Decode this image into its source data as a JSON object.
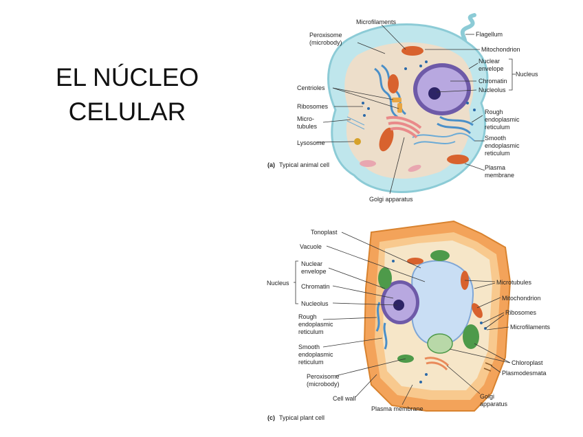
{
  "title": {
    "line1": "EL NÚCLEO",
    "line2": "CELULAR"
  },
  "animal_cell": {
    "caption_letter": "(a)",
    "caption_text": "Typical animal cell",
    "labels": {
      "microfilaments": "Microfilaments",
      "peroxisome_1": "Peroxisome",
      "peroxisome_2": "(microbody)",
      "flagellum": "Flagellum",
      "mitochondrion": "Mitochondrion",
      "nuclear_envelope_1": "Nuclear",
      "nuclear_envelope_2": "envelope",
      "nucleus": "Nucleus",
      "chromatin": "Chromatin",
      "nucleolus": "Nucleolus",
      "centrioles": "Centrioles",
      "ribosomes": "Ribosomes",
      "microtubules_1": "Micro-",
      "microtubules_2": "tubules",
      "rough_er_1": "Rough",
      "rough_er_2": "endoplasmic",
      "rough_er_3": "reticulum",
      "smooth_er_1": "Smooth",
      "smooth_er_2": "endoplasmic",
      "smooth_er_3": "reticulum",
      "lysosome": "Lysosome",
      "plasma_membrane_1": "Plasma",
      "plasma_membrane_2": "membrane",
      "golgi": "Golgi apparatus"
    }
  },
  "plant_cell": {
    "caption_letter": "(c)",
    "caption_text": "Typical plant cell",
    "labels": {
      "tonoplast": "Tonoplast",
      "vacuole": "Vacuole",
      "nucleus": "Nucleus",
      "nuclear_envelope_1": "Nuclear",
      "nuclear_envelope_2": "envelope",
      "chromatin": "Chromatin",
      "nucleolus": "Nucleolus",
      "rough_er_1": "Rough",
      "rough_er_2": "endoplasmic",
      "rough_er_3": "reticulum",
      "smooth_er_1": "Smooth",
      "smooth_er_2": "endoplasmic",
      "smooth_er_3": "reticulum",
      "peroxisome_1": "Peroxisome",
      "peroxisome_2": "(microbody)",
      "cell_wall": "Cell wall",
      "plasma_membrane": "Plasma membrane",
      "microtubules": "Microtubules",
      "mitochondrion": "Mitochondrion",
      "ribosomes": "Ribosomes",
      "microfilaments": "Microfilaments",
      "chloroplast": "Chloroplast",
      "plasmodesmata": "Plasmodesmata",
      "golgi_1": "Golgi",
      "golgi_2": "apparatus"
    }
  },
  "colors": {
    "cytoplasm_animal": "#bfe6ec",
    "cytoplasm_plant": "#f6e6c8",
    "nucleus": "#8f7fc0",
    "nucleolus": "#2d2466",
    "mitochondrion": "#d8622e",
    "er": "#4a8fc8",
    "golgi": "#e98a8a",
    "cell_wall": "#f3a35a",
    "vacuole": "#c9def4",
    "chloroplast": "#4e9a4a"
  }
}
